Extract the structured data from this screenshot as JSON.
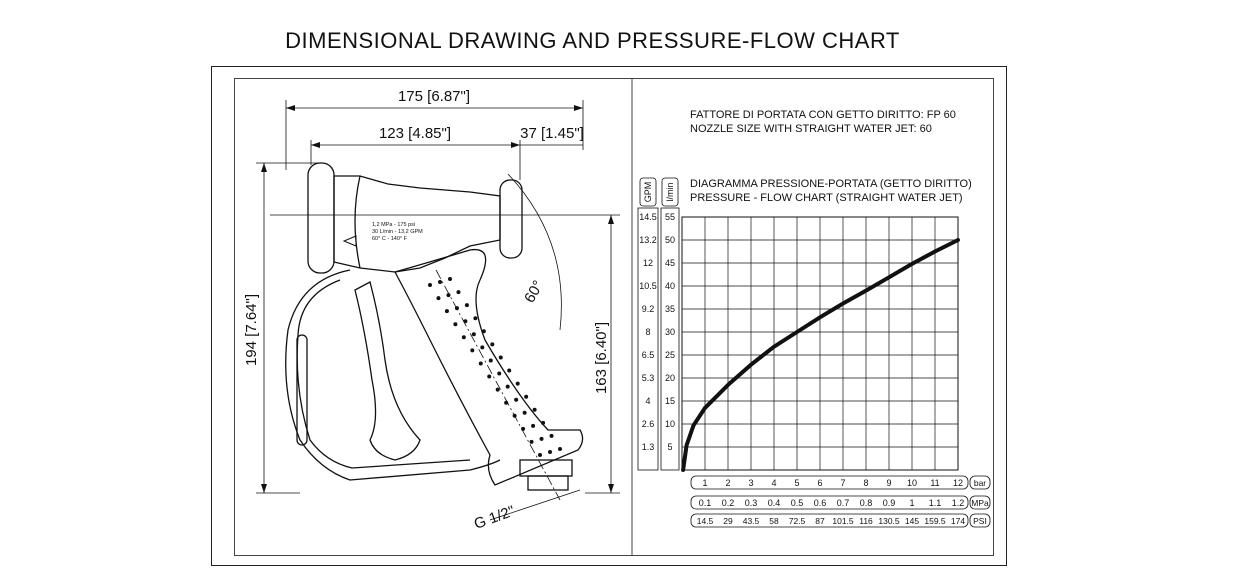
{
  "title": "DIMENSIONAL DRAWING AND PRESSURE-FLOW CHART",
  "drawing": {
    "dim_overall_width": "175 [6.87\"]",
    "dim_body_width": "123 [4.85\"]",
    "dim_nozzle_width": "37 [1.45\"]",
    "dim_overall_height": "194 [7.64\"]",
    "dim_handle_height": "163 [6.40\"]",
    "angle": "60°",
    "thread": "G 1/2\"",
    "label_lines": [
      "1,2 MPa - 175 psi",
      "30 L/min - 13,2 GPM",
      "60° C - 140° F"
    ]
  },
  "chart_note": {
    "line1": "FATTORE DI PORTATA CON GETTO DIRITTO: FP 60",
    "line2": "NOZZLE SIZE WITH STRAIGHT WATER JET: 60",
    "line3": "DIAGRAMMA PRESSIONE-PORTATA (GETTO DIRITTO)",
    "line4": "PRESSURE - FLOW CHART (STRAIGHT WATER JET)"
  },
  "chart_data": {
    "type": "line",
    "title": "PRESSURE - FLOW CHART (STRAIGHT WATER JET)",
    "x_unit": "bar",
    "y_unit": "l/min",
    "y2_unit": "GPM",
    "x_ticks": [
      1,
      2,
      3,
      4,
      5,
      6,
      7,
      8,
      9,
      10,
      11,
      12
    ],
    "x_mpa_ticks": [
      "0.1",
      "0.2",
      "0.3",
      "0.4",
      "0.5",
      "0.6",
      "0.7",
      "0.8",
      "0.9",
      "1",
      "1.1",
      "1.2"
    ],
    "x_psi_ticks": [
      "14.5",
      "29",
      "43.5",
      "58",
      "72.5",
      "87",
      "101.5",
      "116",
      "130.5",
      "145",
      "159.5",
      "174"
    ],
    "x_mpa_unit": "MPa",
    "x_psi_unit": "PSI",
    "y_ticks": [
      5,
      10,
      15,
      20,
      25,
      30,
      35,
      40,
      45,
      50,
      55
    ],
    "y_gpm_ticks": [
      "1.3",
      "2.6",
      "4",
      "5.3",
      "6.5",
      "8",
      "9.2",
      "10.5",
      "12",
      "13.2",
      "14.5"
    ],
    "xlim": [
      0,
      12
    ],
    "ylim": [
      0,
      55
    ],
    "grid": true,
    "series": [
      {
        "x": [
          0.05,
          0.2,
          0.5,
          1,
          2,
          3,
          4,
          5,
          6,
          7,
          8,
          9,
          10,
          11,
          12
        ],
        "y": [
          0,
          5.4,
          9.7,
          13.5,
          18.5,
          22.9,
          26.8,
          30.0,
          33.2,
          36.2,
          39.0,
          41.9,
          44.8,
          47.5,
          50.0
        ]
      }
    ],
    "line_color": "#111111"
  }
}
